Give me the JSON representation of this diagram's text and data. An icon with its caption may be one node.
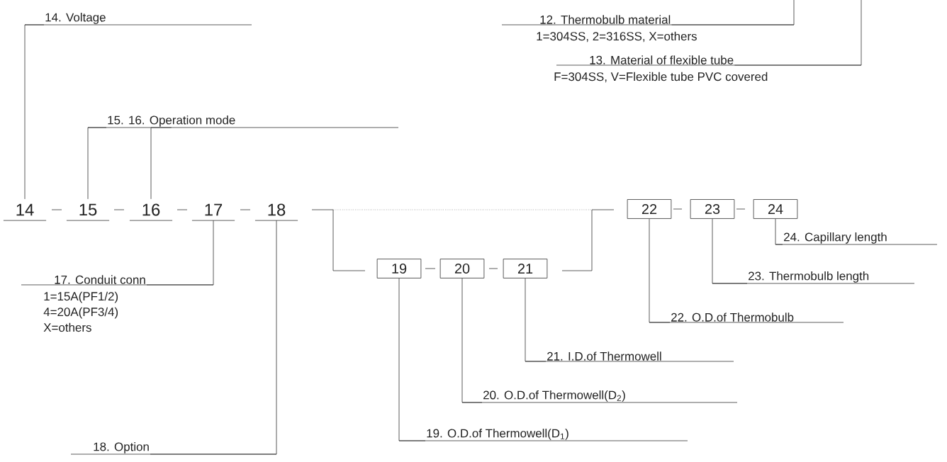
{
  "diagram": {
    "nodes": [
      {
        "text": [
          "12. Thermobulb material"
        ],
        "beside": [
          "1=304SS,  2=316SS,  X=others"
        ]
      },
      {
        "text": [
          "13. Material of flexible tube"
        ],
        "beside": [
          "F=304SS, V=Flexible tube PVC covered"
        ]
      },
      {
        "text": [
          "14. Voltage"
        ]
      },
      {
        "text": [
          "15. 16. Operation mode"
        ]
      },
      {
        "text": [
          "14"
        ]
      },
      {
        "text": [
          "15"
        ]
      },
      {
        "text": [
          "16"
        ]
      },
      {
        "text": [
          "17"
        ]
      },
      {
        "text": [
          "18"
        ]
      },
      {
        "text": [
          "17. Conduit conn"
        ],
        "beside": [
          "1=15A(PF1/2)",
          "4=20A(PF3/4)",
          "X=others"
        ]
      },
      {
        "text": [
          "18. Option"
        ]
      },
      {
        "text": [
          "22"
        ]
      },
      {
        "text": [
          "23"
        ]
      },
      {
        "text": [
          "24"
        ]
      },
      {
        "text": [
          "24. Capillary length"
        ]
      },
      {
        "text": [
          "19"
        ]
      },
      {
        "text": [
          "20"
        ]
      },
      {
        "text": [
          "21"
        ]
      },
      {
        "text": [
          "23. Thermobulb length"
        ]
      },
      {
        "text": [
          "22. O.D.of Thermobulb"
        ]
      },
      {
        "text": [
          "21. I.D.of Thermowell"
        ]
      },
      {
        "text": [
          "20. O.D.of Thermowell(D$_{2}$)"
        ]
      },
      {
        "text": [
          "19. O.D.of Thermowell(D$_{1}$)"
        ]
      }
    ],
    "edges": [
      {
        "from": null,
        "to": 0,
        "arrow": "none"
      },
      {
        "from": null,
        "to": 1,
        "arrow": "none"
      },
      {
        "from": 4,
        "to": 2,
        "arrow": "none"
      },
      {
        "from": 5,
        "to": 3,
        "arrow": "none"
      },
      {
        "from": 6,
        "to": 3,
        "arrow": "none"
      },
      {
        "from": 7,
        "to": 9,
        "arrow": "none"
      },
      {
        "from": 8,
        "to": 10,
        "arrow": "none"
      },
      {
        "from": 13,
        "to": 14,
        "arrow": "none"
      },
      {
        "from": 12,
        "to": 18,
        "arrow": "none"
      },
      {
        "from": 11,
        "to": 19,
        "arrow": "none"
      },
      {
        "from": 17,
        "to": 20,
        "arrow": "none"
      },
      {
        "from": 16,
        "to": 21,
        "arrow": "none"
      },
      {
        "from": 15,
        "to": 22,
        "arrow": "none"
      }
    ]
  }
}
